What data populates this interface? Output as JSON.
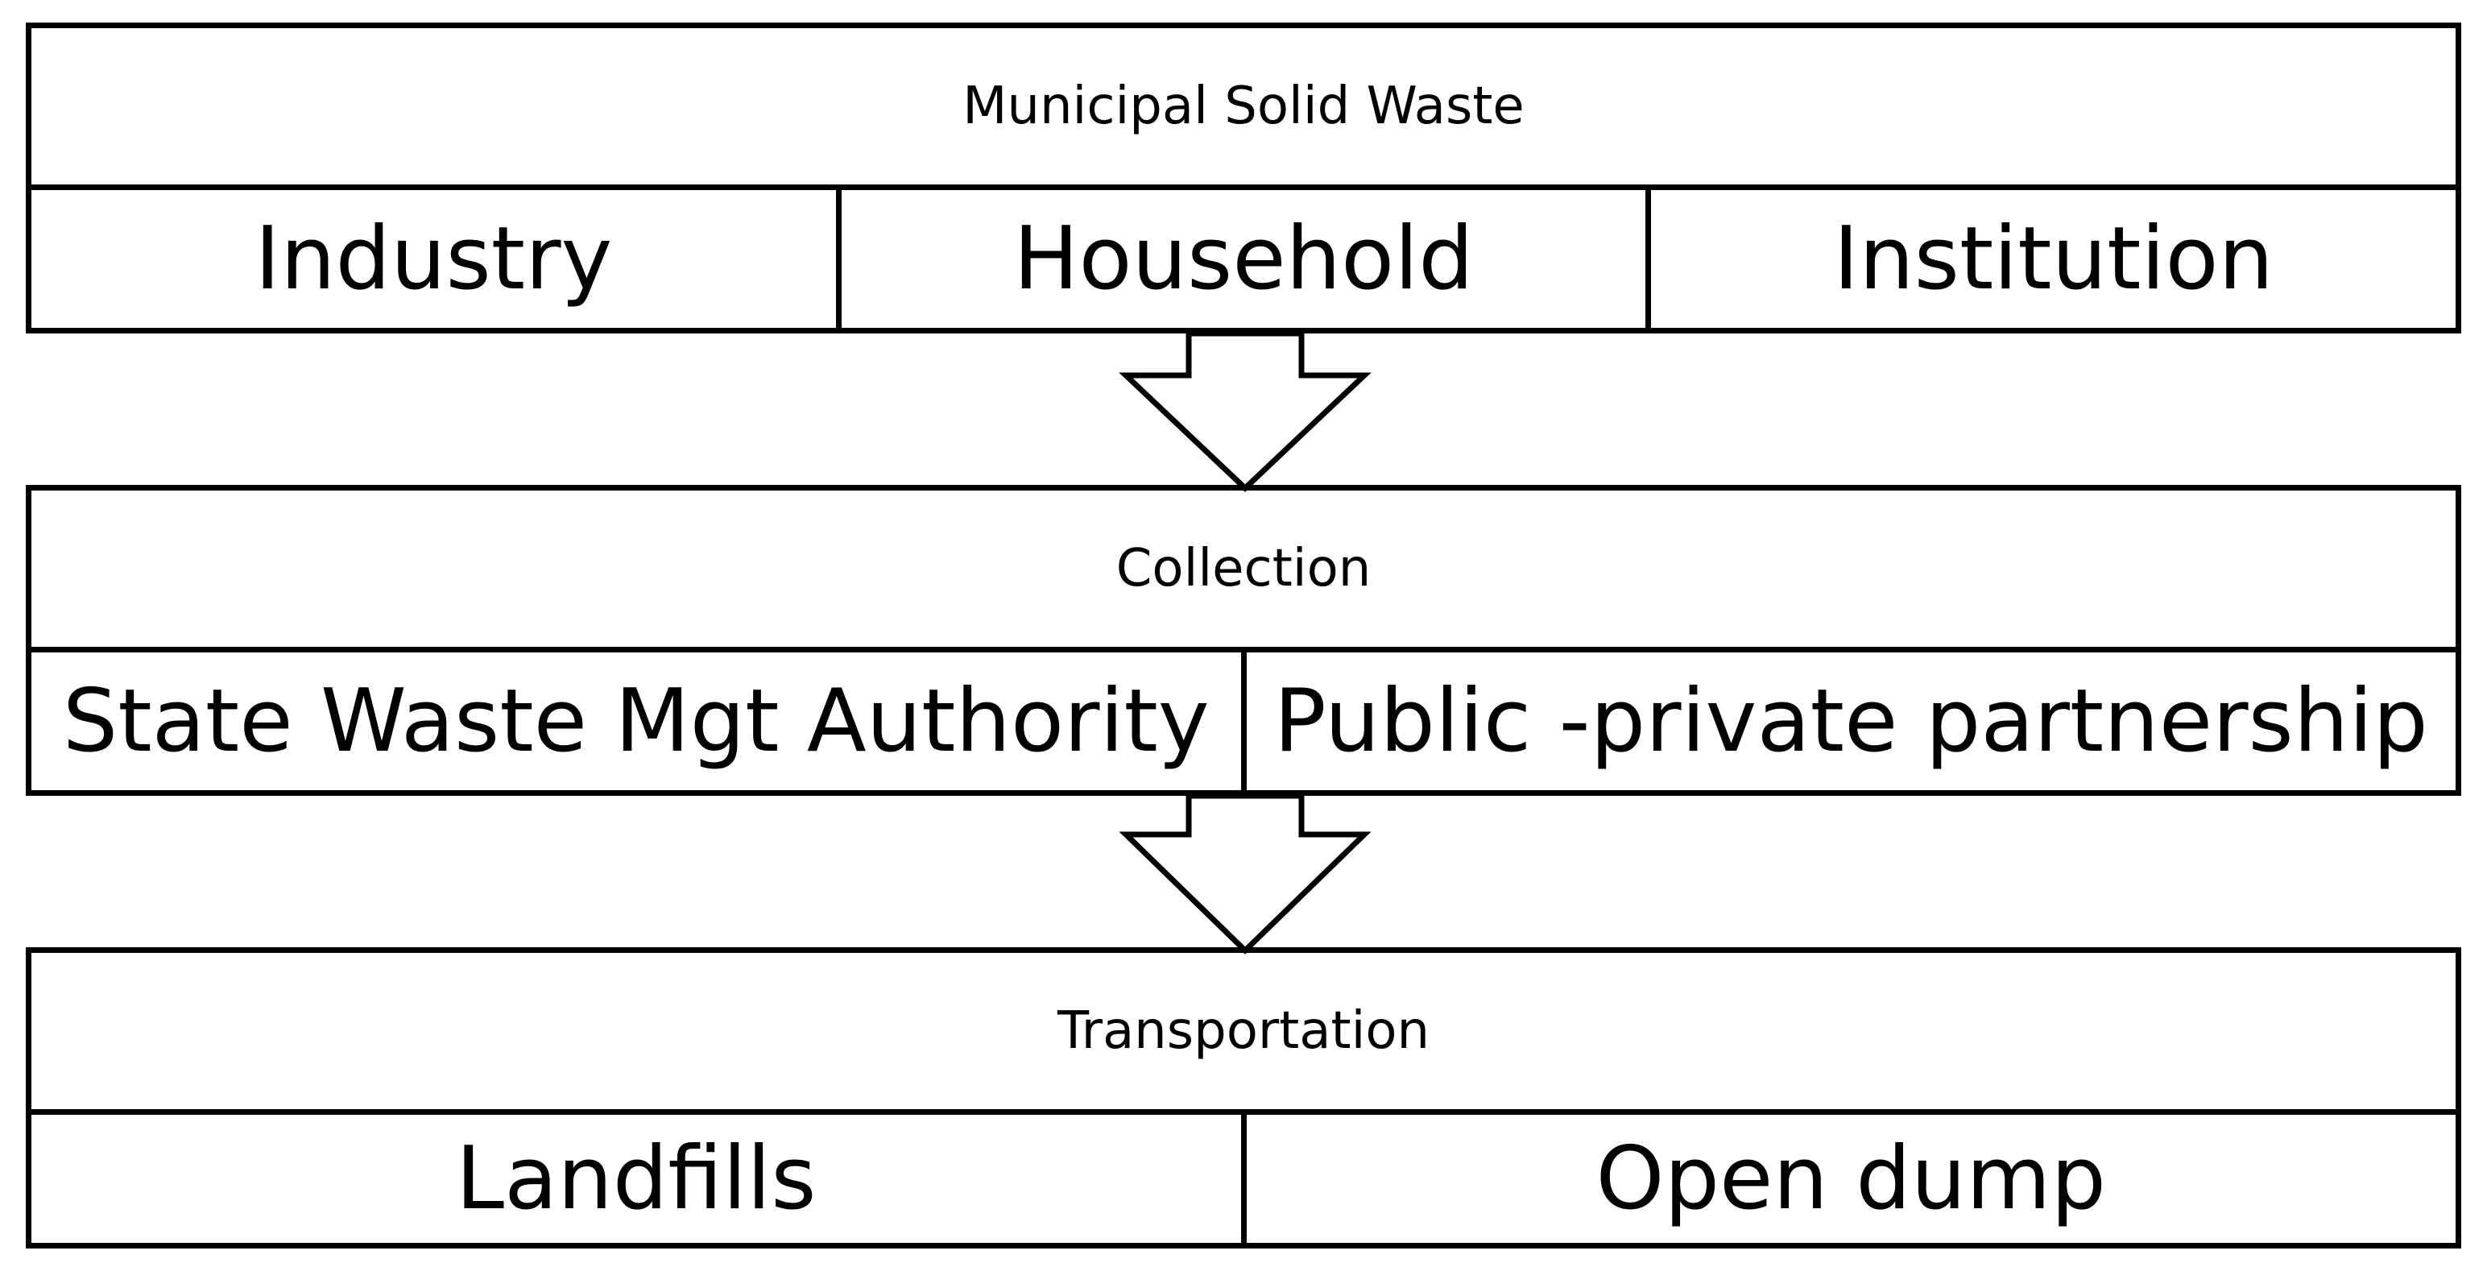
{
  "diagram": {
    "blocks": [
      {
        "title": "Municipal Solid Waste",
        "items": [
          "Industry",
          "Household",
          "Institution"
        ]
      },
      {
        "title": "Collection",
        "items": [
          "State Waste Mgt Authority",
          "Public -private partnership"
        ]
      },
      {
        "title": "Transportation",
        "items": [
          "Landfills",
          "Open dump"
        ]
      }
    ],
    "colors": {
      "stroke": "#000000",
      "fill": "#ffffff"
    },
    "connector_icon": "down-arrow-icon"
  }
}
